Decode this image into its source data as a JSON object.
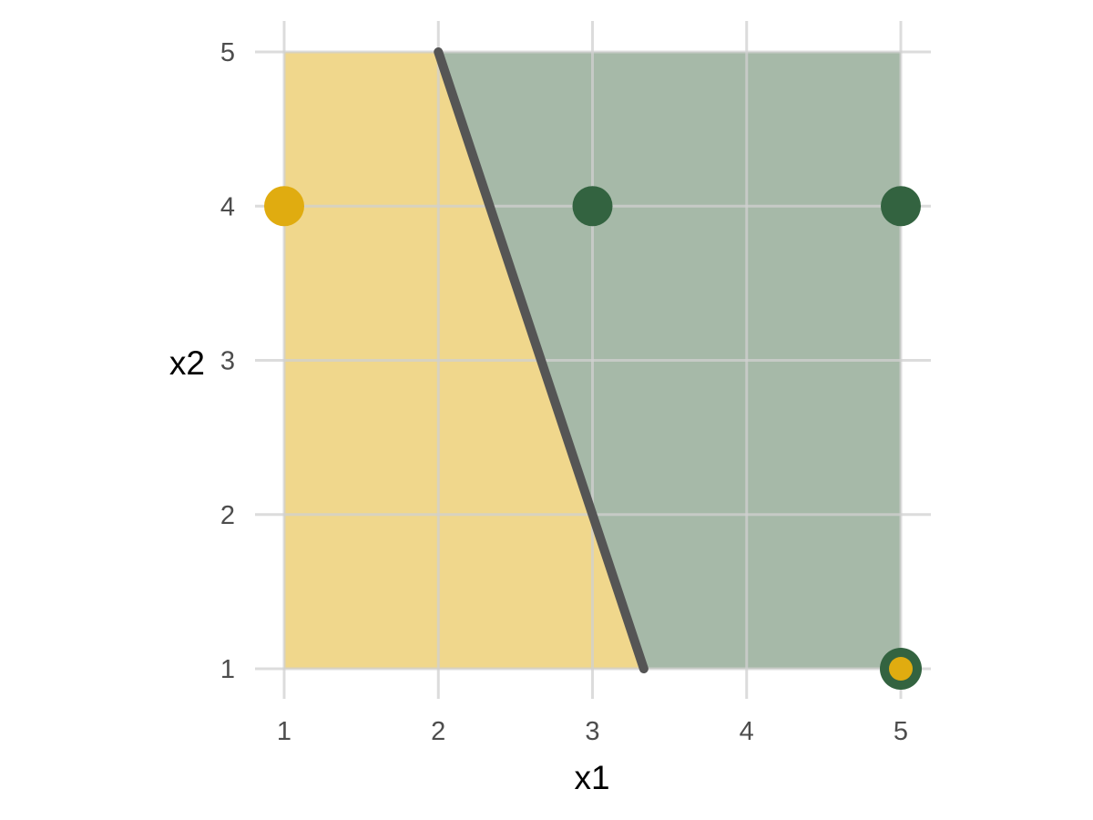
{
  "chart_data": {
    "type": "scatter",
    "title": "",
    "xlabel": "x1",
    "ylabel": "x2",
    "xlim": [
      1,
      5
    ],
    "ylim": [
      1,
      5
    ],
    "x_ticks": [
      1,
      2,
      3,
      4,
      5
    ],
    "y_ticks": [
      1,
      2,
      3,
      4,
      5
    ],
    "x_tick_labels": [
      "1",
      "2",
      "3",
      "4",
      "5"
    ],
    "y_tick_labels": [
      "1",
      "2",
      "3",
      "4",
      "5"
    ],
    "grid": true,
    "legend": "none",
    "colors": {
      "class_a": "#e0ac10",
      "class_b": "#336340",
      "region_a": "#f0d78c",
      "region_b": "#a6b9a8",
      "boundary": "#555555",
      "grid": "#d0d0d0"
    },
    "regions": [
      {
        "class": "a",
        "polygon": [
          [
            1,
            1
          ],
          [
            1,
            5
          ],
          [
            2,
            5
          ],
          [
            3.333,
            1
          ]
        ]
      },
      {
        "class": "b",
        "polygon": [
          [
            2,
            5
          ],
          [
            5,
            5
          ],
          [
            5,
            1
          ],
          [
            3.333,
            1
          ]
        ]
      }
    ],
    "decision_boundary": [
      [
        2,
        5
      ],
      [
        3.333,
        1
      ]
    ],
    "points": [
      {
        "x": 1,
        "y": 4,
        "class": "a",
        "outline": "a"
      },
      {
        "x": 3,
        "y": 4,
        "class": "b",
        "outline": "b"
      },
      {
        "x": 5,
        "y": 4,
        "class": "b",
        "outline": "b"
      },
      {
        "x": 5,
        "y": 1,
        "class": "a",
        "outline": "b"
      }
    ]
  }
}
